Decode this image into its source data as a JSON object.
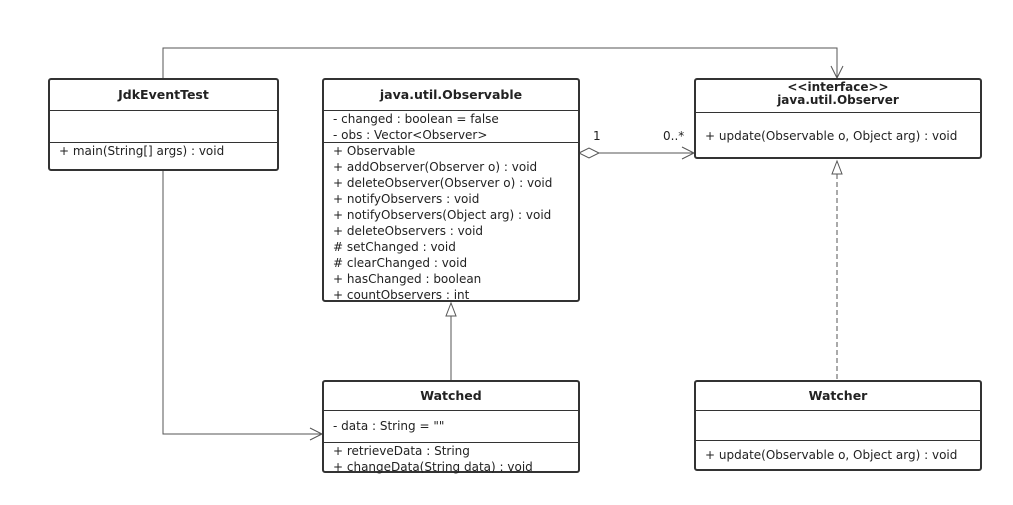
{
  "classes": {
    "jdk_event_test": {
      "name": "JdkEventTest",
      "attributes": [],
      "operations": [
        "+ main(String[] args) : void"
      ]
    },
    "observable": {
      "name": "java.util.Observable",
      "attributes": [
        "- changed : boolean = false",
        "- obs : Vector<Observer>"
      ],
      "operations": [
        "+ Observable",
        "+ addObserver(Observer o) : void",
        "+ deleteObserver(Observer o) : void",
        "+ notifyObservers : void",
        "+ notifyObservers(Object arg) : void",
        "+ deleteObservers : void",
        "# setChanged : void",
        "# clearChanged : void",
        "+ hasChanged : boolean",
        "+ countObservers : int"
      ]
    },
    "observer": {
      "stereotype": "<<interface>>",
      "name": "java.util.Observer",
      "operations": [
        "+ update(Observable o, Object arg) : void"
      ]
    },
    "watched": {
      "name": "Watched",
      "attributes": [
        "- data : String = \"\""
      ],
      "operations": [
        "+ retrieveData : String",
        "+ changeData(String data) : void"
      ]
    },
    "watcher": {
      "name": "Watcher",
      "attributes": [],
      "operations": [
        "+ update(Observable o, Object arg) : void"
      ]
    }
  },
  "relations": {
    "aggregation": {
      "source_multiplicity": "1",
      "target_multiplicity": "0..*"
    }
  }
}
